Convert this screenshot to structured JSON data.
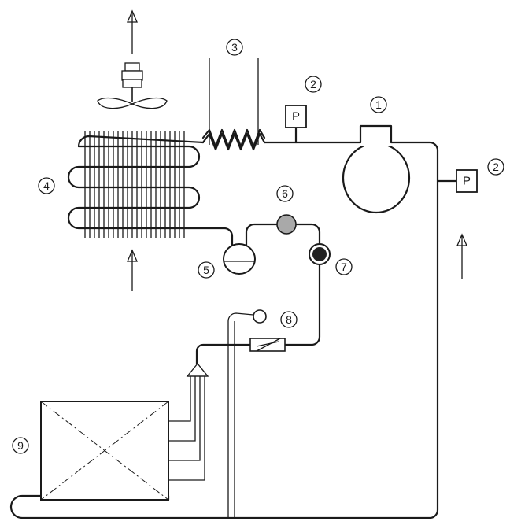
{
  "labels": {
    "compressor": "1",
    "pressure_gauge": "2",
    "pressure_gauge_symbol": "P",
    "heat_exchanger": "3",
    "condenser": "4",
    "receiver": "5",
    "filter_drier": "6",
    "sight_glass": "7",
    "expansion_valve": "8",
    "evaporator": "9"
  },
  "colors": {
    "line": "#1a1a1a",
    "filter_drier_fill": "#a9a9a9",
    "sight_glass_fill": "#222222",
    "background": "#ffffff"
  },
  "icons": [
    "up-arrow-icon",
    "fan-icon"
  ]
}
